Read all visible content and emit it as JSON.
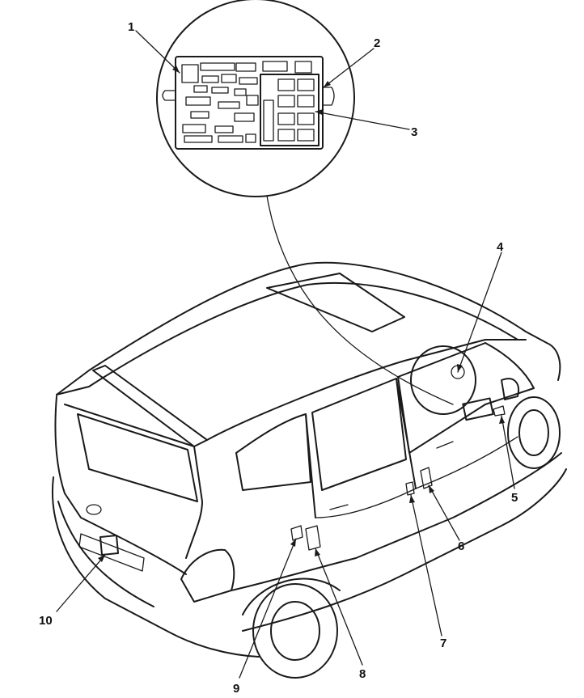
{
  "diagram": {
    "callouts": [
      {
        "id": "1",
        "label": "1"
      },
      {
        "id": "2",
        "label": "2"
      },
      {
        "id": "3",
        "label": "3"
      },
      {
        "id": "4",
        "label": "4"
      },
      {
        "id": "5",
        "label": "5"
      },
      {
        "id": "6",
        "label": "6"
      },
      {
        "id": "7",
        "label": "7"
      },
      {
        "id": "8",
        "label": "8"
      },
      {
        "id": "9",
        "label": "9"
      },
      {
        "id": "10",
        "label": "10"
      }
    ]
  },
  "colors": {
    "ink": "#1a1a1a",
    "background": "#ffffff"
  }
}
